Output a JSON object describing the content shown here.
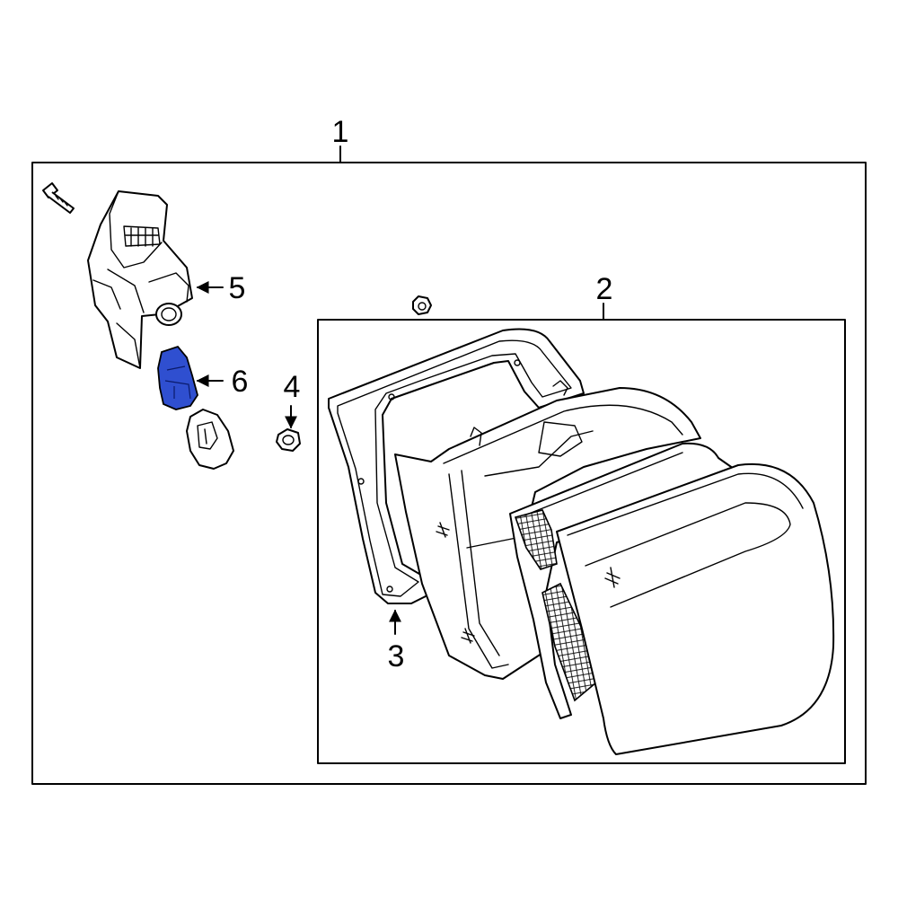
{
  "callouts": {
    "c1": "1",
    "c2": "2",
    "c3": "3",
    "c4": "4",
    "c5": "5",
    "c6": "6"
  },
  "colors": {
    "highlight": "#2f4fd0",
    "line": "#000000",
    "background": "#ffffff"
  }
}
